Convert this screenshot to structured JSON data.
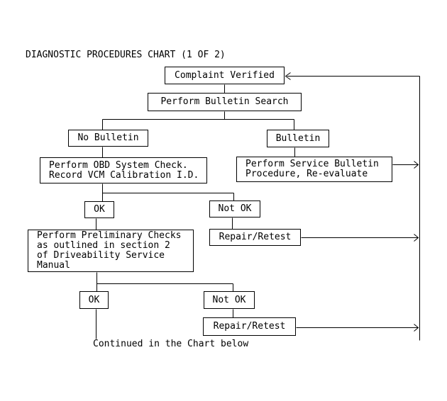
{
  "title": "DIAGNOSTIC PROCEDURES CHART (1 OF 2)",
  "continued_note": "Continued in the Chart below",
  "colors": {
    "background": "#ffffff",
    "line": "#000000",
    "text": "#000000"
  },
  "nodes": {
    "complaint_verified": {
      "label": "Complaint Verified"
    },
    "bulletin_search": {
      "label": "Perform Bulletin Search"
    },
    "no_bulletin": {
      "label": "No Bulletin"
    },
    "bulletin": {
      "label": "Bulletin"
    },
    "obd_system_check": {
      "label": "Perform OBD System Check.\nRecord VCM Calibration I.D."
    },
    "service_bulletin": {
      "label": "Perform Service Bulletin\nProcedure, Re-evaluate"
    },
    "ok_1": {
      "label": "OK"
    },
    "not_ok_1": {
      "label": "Not OK"
    },
    "preliminary_checks": {
      "label": "Perform Preliminary Checks\nas outlined in section 2\nof Driveability Service\nManual"
    },
    "repair_retest_1": {
      "label": "Repair/Retest"
    },
    "ok_2": {
      "label": "OK"
    },
    "not_ok_2": {
      "label": "Not OK"
    },
    "repair_retest_2": {
      "label": "Repair/Retest"
    }
  }
}
